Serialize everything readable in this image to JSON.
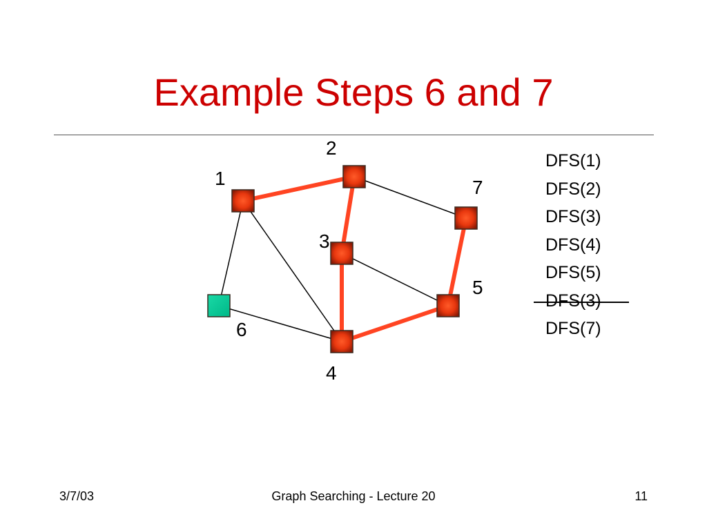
{
  "slide": {
    "title": "Example Steps 6 and 7",
    "footer": {
      "date": "3/7/03",
      "center": "Graph Searching - Lecture 20",
      "page": "11"
    }
  },
  "colors": {
    "title": "#cc0000",
    "tree_edge": "#ff4422",
    "plain_edge": "#000000",
    "visited_node": "#e83a10",
    "unvisited_node": "#00cc99"
  },
  "graph": {
    "nodes": [
      {
        "id": "1",
        "label": "1",
        "state": "visited"
      },
      {
        "id": "2",
        "label": "2",
        "state": "visited"
      },
      {
        "id": "3",
        "label": "3",
        "state": "visited"
      },
      {
        "id": "4",
        "label": "4",
        "state": "visited"
      },
      {
        "id": "5",
        "label": "5",
        "state": "visited"
      },
      {
        "id": "6",
        "label": "6",
        "state": "unvisited"
      },
      {
        "id": "7",
        "label": "7",
        "state": "visited"
      }
    ],
    "edges": [
      {
        "from": "1",
        "to": "2",
        "tree": true
      },
      {
        "from": "2",
        "to": "3",
        "tree": true
      },
      {
        "from": "3",
        "to": "4",
        "tree": true
      },
      {
        "from": "4",
        "to": "5",
        "tree": true
      },
      {
        "from": "5",
        "to": "7",
        "tree": true
      },
      {
        "from": "2",
        "to": "7",
        "tree": false
      },
      {
        "from": "1",
        "to": "6",
        "tree": false
      },
      {
        "from": "1",
        "to": "4",
        "tree": false
      },
      {
        "from": "3",
        "to": "5",
        "tree": false
      },
      {
        "from": "6",
        "to": "4",
        "tree": false
      }
    ]
  },
  "call_stack": [
    {
      "text": "DFS(1)",
      "struck": false
    },
    {
      "text": "DFS(2)",
      "struck": false
    },
    {
      "text": "DFS(3)",
      "struck": false
    },
    {
      "text": "DFS(4)",
      "struck": false
    },
    {
      "text": "DFS(5)",
      "struck": false
    },
    {
      "text": "DFS(3)",
      "struck": true
    },
    {
      "text": "DFS(7)",
      "struck": false
    }
  ]
}
